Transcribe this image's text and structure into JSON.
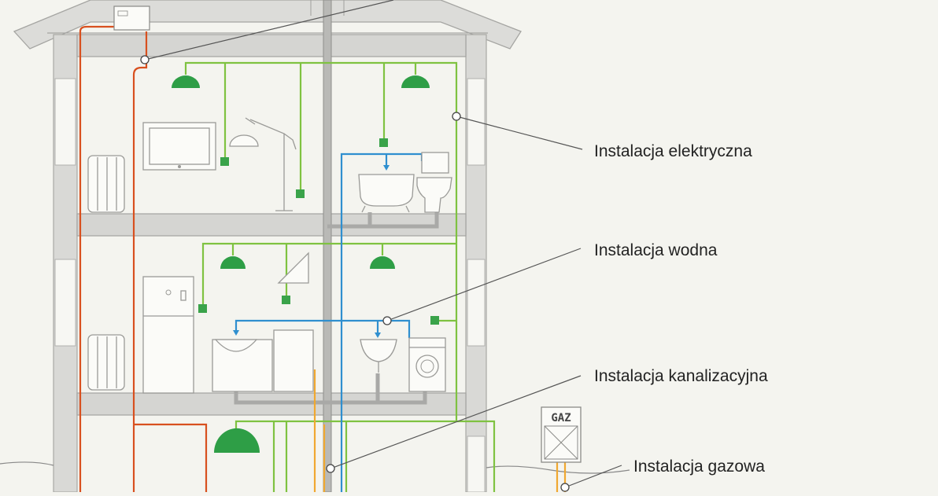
{
  "labels": {
    "electrical": "Instalacja elektryczna",
    "water": "Instalacja wodna",
    "sewage": "Instalacja kanalizacyjna",
    "gas": "Instalacja gazowa"
  },
  "gas_meter_text": "GAZ",
  "colors": {
    "electrical": "#7fc241",
    "water": "#2f8fcf",
    "sewage": "#a9a9a7",
    "gas": "#f0a830",
    "heating": "#d8501f",
    "lamp": "#2e9e46"
  }
}
